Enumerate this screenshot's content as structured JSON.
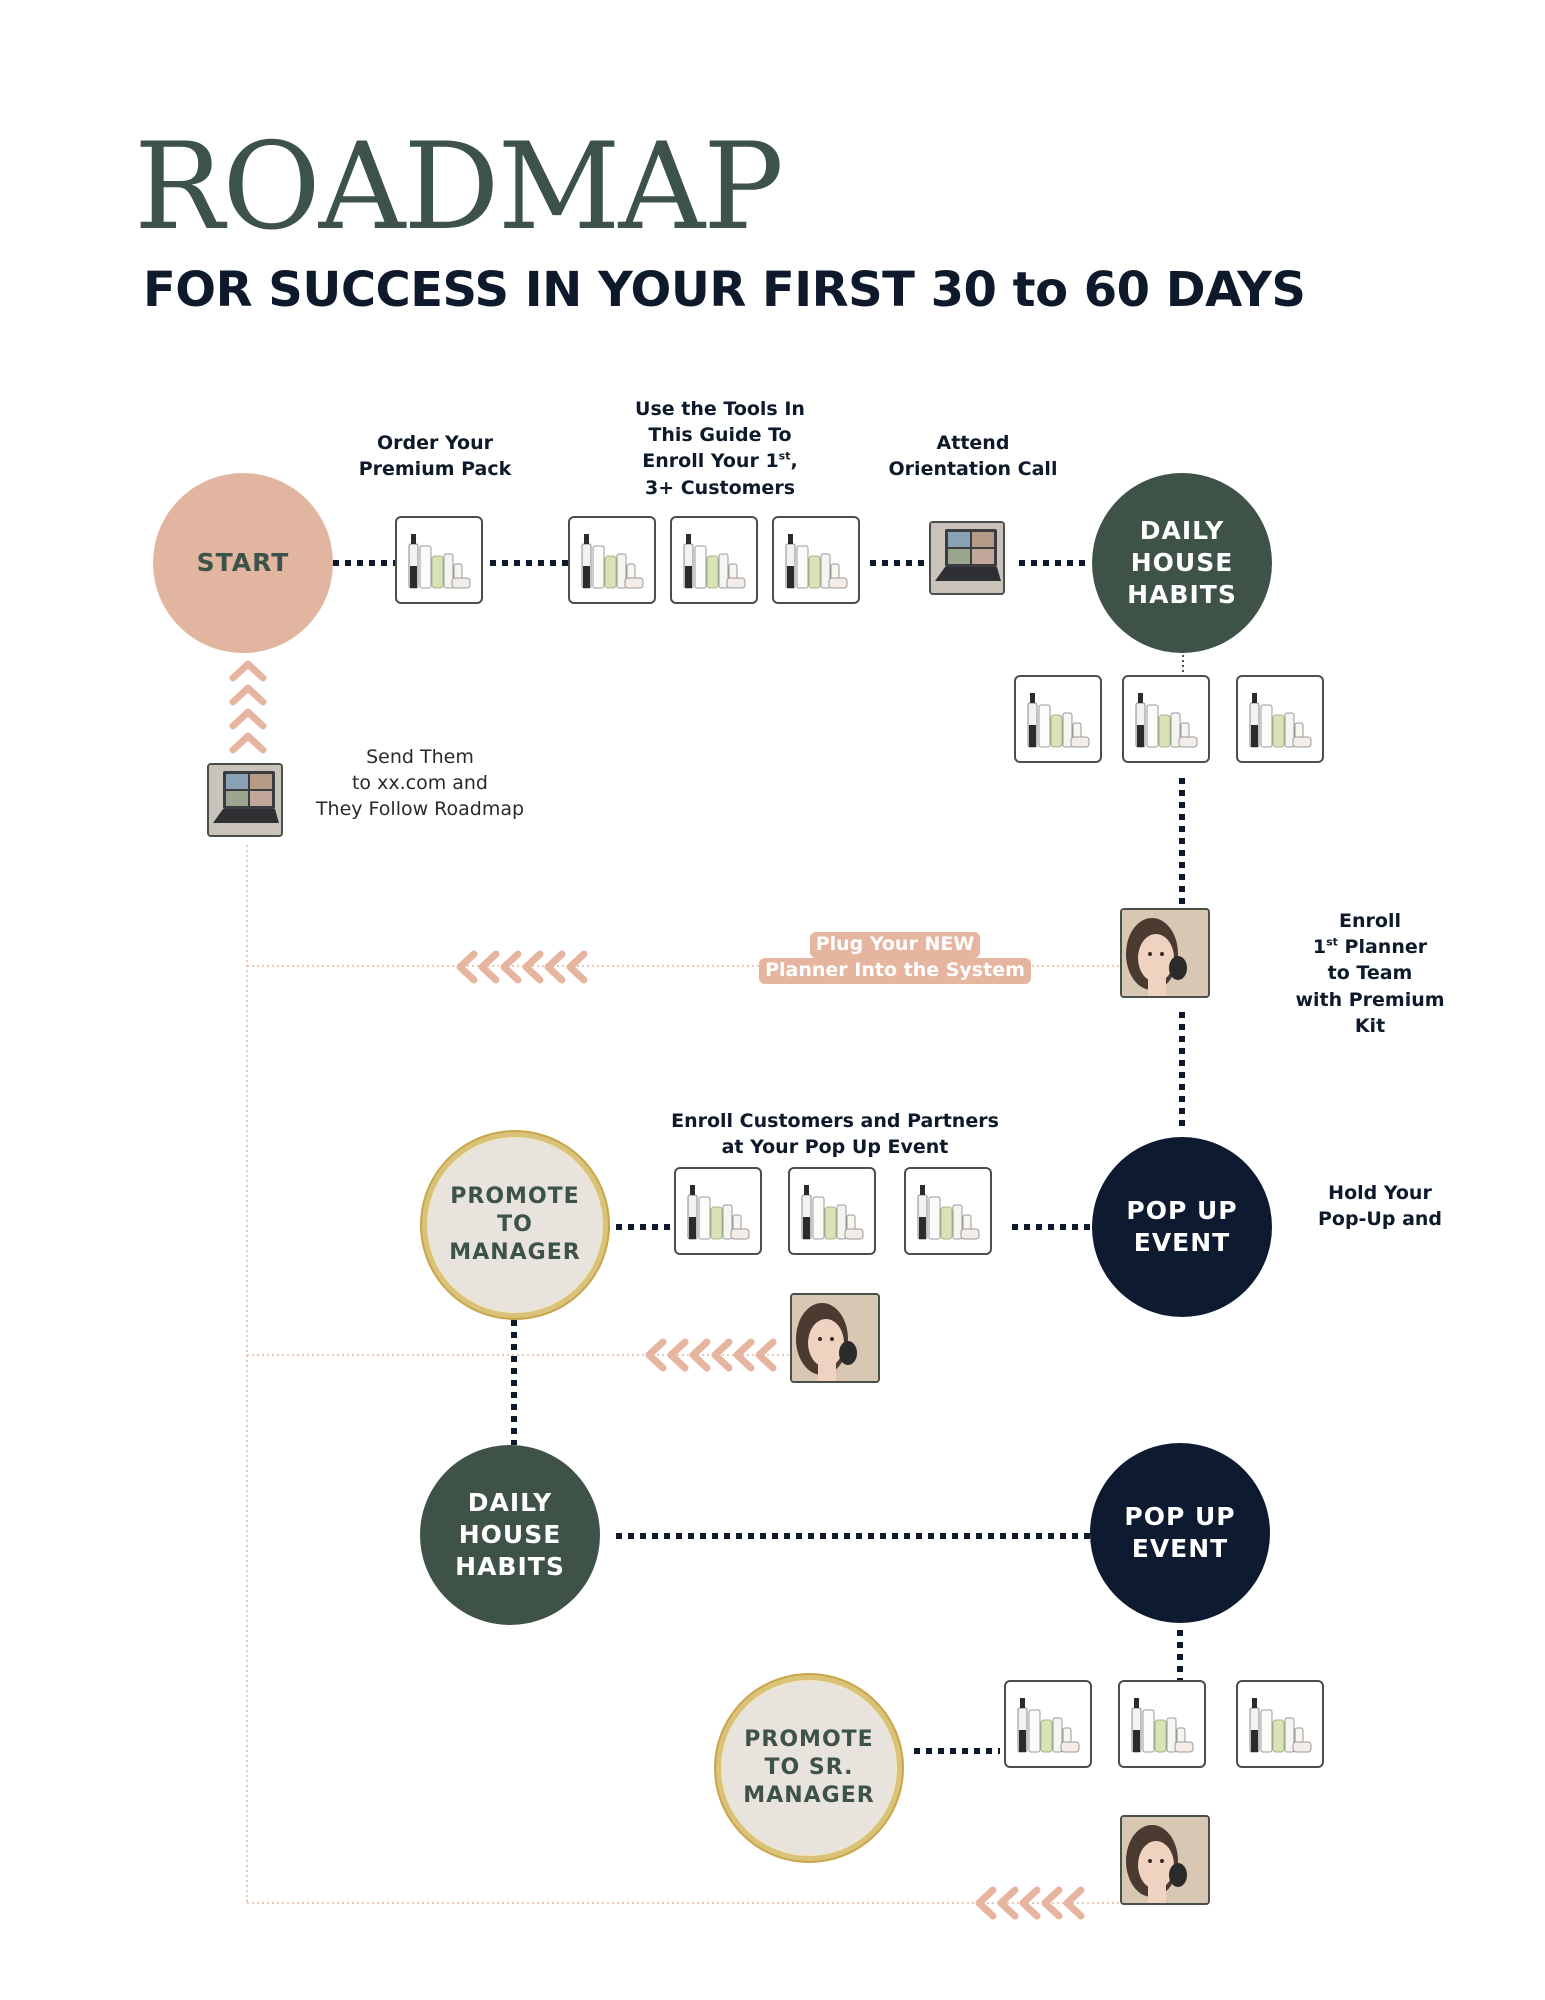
{
  "header": {
    "title": "ROADMAP",
    "subtitle": "FOR SUCCESS IN YOUR FIRST 30 to 60 DAYS"
  },
  "nodes": {
    "start": "START",
    "daily_habits_1": "DAILY\nHOUSE\nHABITS",
    "popup_1": "POP UP\nEVENT",
    "promote_manager": "PROMOTE\nTO\nMANAGER",
    "daily_habits_2": "DAILY\nHOUSE\nHABITS",
    "popup_2": "POP UP\nEVENT",
    "promote_sr_manager": "PROMOTE\nTO SR.\nMANAGER"
  },
  "labels": {
    "order_pack": "Order Your\nPremium Pack",
    "use_tools_prefix": "Use the Tools In\nThis Guide To\nEnroll Your 1",
    "use_tools_sup": "st",
    "use_tools_suffix": ",\n3+ Customers",
    "orientation": "Attend\nOrientation Call",
    "send_them": "Send Them\nto xx.com and\nThey Follow Roadmap",
    "enroll_planner_1": "Enroll",
    "enroll_planner_num": "1",
    "enroll_planner_sup": "st",
    "enroll_planner_2": " Planner\nto Team\nwith Premium\nKit",
    "enroll_popup": "Enroll Customers and Partners\nat Your Pop Up Event",
    "hold_popup": "Hold  Your\nPop-Up and"
  },
  "callouts": {
    "plug_line1": "Plug Your NEW",
    "plug_line2": "Planner Into the System"
  },
  "colors": {
    "peach": "#e2b5a1",
    "green": "#3e5247",
    "navy": "#0e1a2f",
    "cream": "#e8e3dc",
    "gold": "#d9c27a",
    "dots": "#0e1a2b",
    "arrow": "#e6b59f"
  },
  "icons": {
    "product": "skincare-products-icon",
    "laptop": "video-call-laptop-icon",
    "portrait": "woman-portrait-icon",
    "chevron": "chevron-up-icon"
  }
}
